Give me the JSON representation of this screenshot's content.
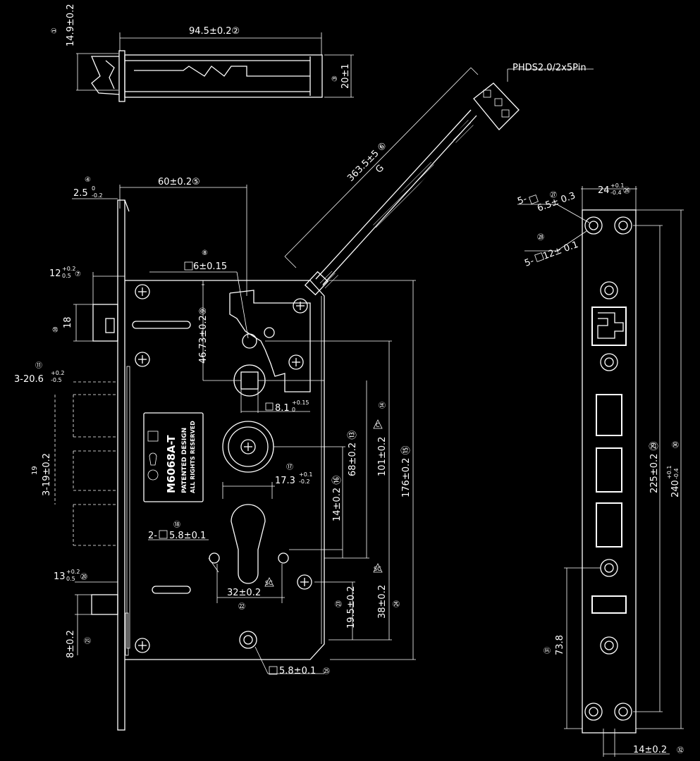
{
  "dims": {
    "d1": "①",
    "d1_val": "14.9±0.2",
    "d2": "94.5±0.2②",
    "d3": "③",
    "d3_val": "20±1",
    "connector": "PHDS2.0/2x5Pin",
    "cable_len": "363.5±5 ⑥",
    "cable_mark": "G",
    "d4": "④",
    "d4_val": "2.5",
    "d4_tol_top": "0",
    "d4_tol_bot": "-0.2",
    "d5": "60±0.2⑤",
    "d7_val": "12",
    "d7_tol_top": "+0.2",
    "d7_tol_bot": "0.5",
    "d7": "⑦",
    "d8": "⑧",
    "d8_val": "6±0.15",
    "d9": "46.73±0.2⑨",
    "d10": "⑩",
    "d10_val": "18",
    "d11": "⑪",
    "d11_val": "3-20.6",
    "d11_tol_top": "+0.2",
    "d11_tol_bot": "-0.5",
    "d12_top": "19",
    "d12_val": "3-19±0.2",
    "d_sq": "8.1",
    "d_sq_tol_top": "+0.15",
    "d_sq_tol_bot": "0",
    "d13": "68±0.2 ⑬",
    "d14": "101±0.2",
    "d14_c": "⑭",
    "d15": "176±0.2 ⑮",
    "d16": "14±0.2 ⑯",
    "d17": "⑰",
    "d17_val": "17.3",
    "d17_tol_top": "+0.1",
    "d17_tol_bot": "-0.2",
    "d18": "⑱",
    "d18_val": "2-",
    "d18_val2": "5.8±0.1",
    "d20_val": "13",
    "d20_tol_top": "+0.2",
    "d20_tol_bot": "0.5",
    "d20": "⑳",
    "d21": "8±0.2",
    "d21_c": "㉑",
    "d22": "32±0.2",
    "d22_c": "㉒",
    "d23": "19.5±0.2",
    "d23_c": "㉓",
    "d24": "38±0.2",
    "d24_c": "㉔",
    "d25": "5.8±0.1",
    "d25_c": "㉕",
    "d26_val": "24",
    "d26_tol_top": "+0.1",
    "d26_tol_bot": "-0.4",
    "d26": "㉖",
    "d27_pre": "5-",
    "d27_val": "6.5± 0.3",
    "d27": "㉗",
    "d28": "㉘",
    "d28_pre": "5-",
    "d28_val": "12± 0.1",
    "d29": "225±0.2 ㉙",
    "d30_val": "240",
    "d30_tol_top": "+0.1",
    "d30_tol_bot": "-0.4",
    "d30": "㉚",
    "d31": "㉛",
    "d31_val": "73.8",
    "d32": "14±0.2",
    "d32_c": "㉜",
    "tri_label": "C",
    "tri_label2": "SC"
  },
  "plate": {
    "model": "M6068A-T",
    "line1": "PATENTED DESIGN",
    "line2": "ALL RIGHTS RESERVED"
  }
}
